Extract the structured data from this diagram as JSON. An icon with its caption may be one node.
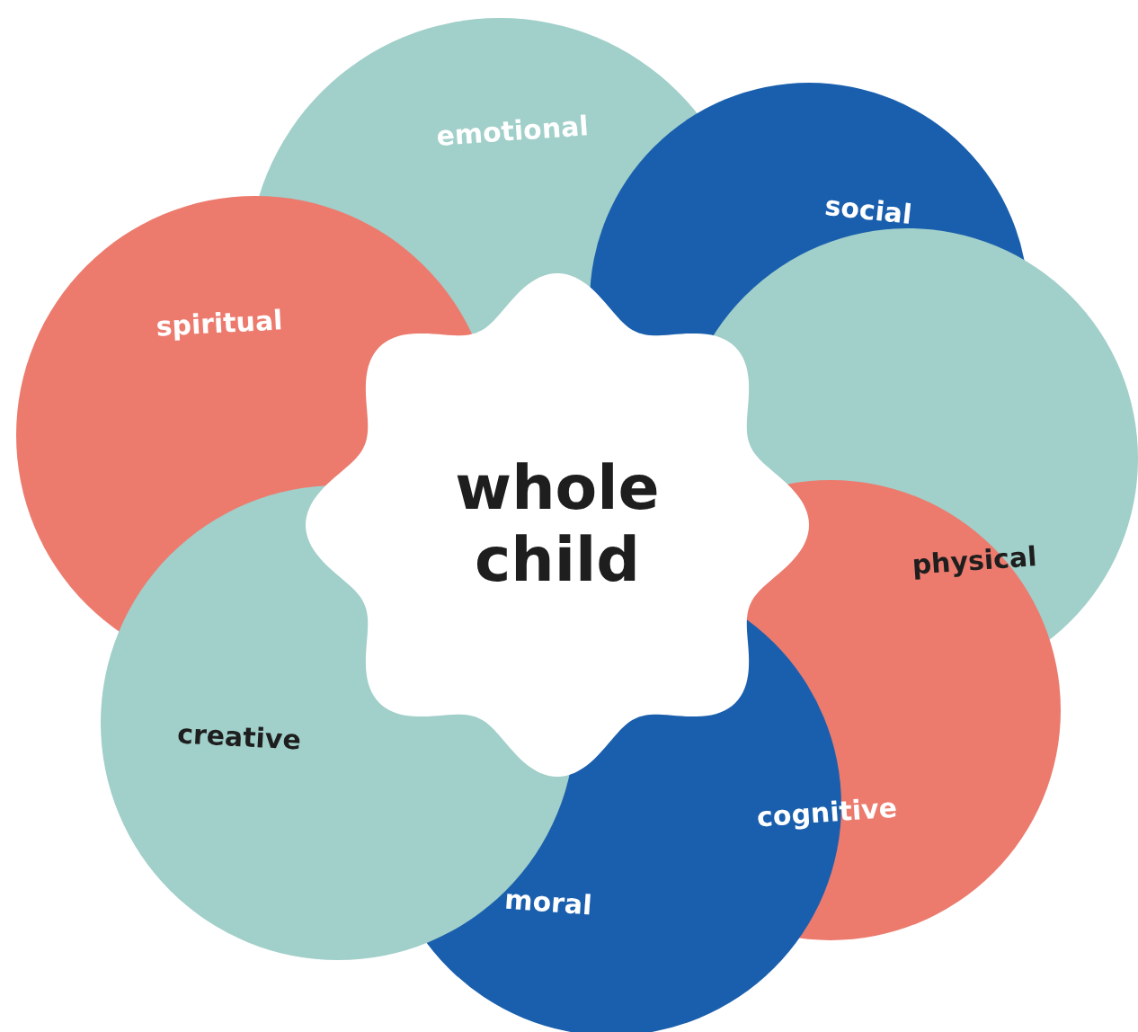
{
  "diagram": {
    "nodes": [
      {
        "text": [
          "emotional"
        ]
      },
      {
        "text": [
          "social"
        ]
      },
      {
        "text": [
          "spiritual"
        ]
      },
      {
        "text": [
          "whole child"
        ]
      },
      {
        "text": [
          "physical"
        ]
      },
      {
        "text": [
          "creative"
        ]
      },
      {
        "text": [
          "cognitive"
        ]
      },
      {
        "text": [
          "moral"
        ]
      }
    ],
    "edges": []
  }
}
